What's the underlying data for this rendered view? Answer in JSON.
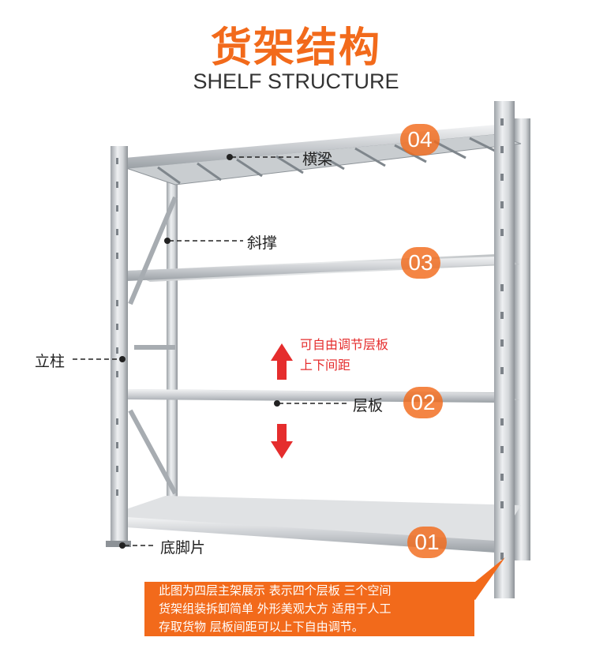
{
  "header": {
    "title_cn": "货架结构",
    "title_en": "SHELF STRUCTURE"
  },
  "labels": {
    "beam": "横梁",
    "brace": "斜撑",
    "upright": "立柱",
    "shelf_board": "层板",
    "base_plate": "底脚片"
  },
  "levels": [
    "04",
    "03",
    "02",
    "01"
  ],
  "adjust_note": {
    "line1": "可自由调节层板",
    "line2": "上下间距"
  },
  "description": [
    "此图为四层主架展示 表示四个层板 三个空间",
    "货架组装拆卸简单 外形美观大方 适用于人工",
    "存取货物 层板间距可以上下自由调节。"
  ],
  "colors": {
    "accent": "#f26a1b",
    "arrow": "#e52d2d"
  }
}
